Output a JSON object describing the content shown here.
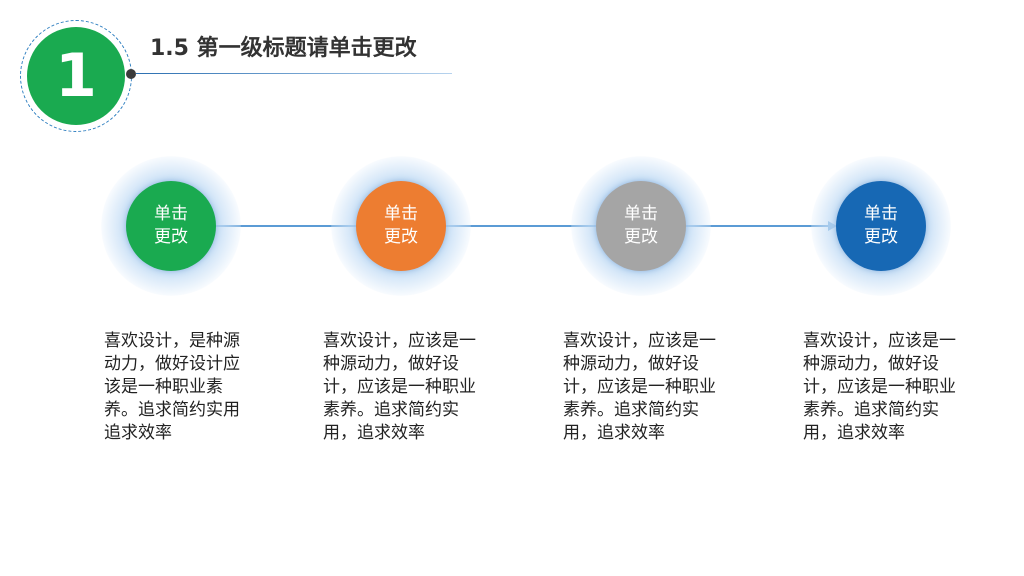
{
  "header": {
    "badge_number": "1",
    "title": "1.5 第一级标题请单击更改"
  },
  "colors": {
    "badge": "#1aaa50",
    "node_1": "#1aaa50",
    "node_2": "#ed7d31",
    "node_3": "#a5a5a5",
    "node_4": "#1768b4",
    "connector": "#5b9bd5"
  },
  "steps": [
    {
      "label": "单击更改",
      "description": "喜欢设计，是种源动力，做好设计应该是一种职业素养。追求简约实用追求效率"
    },
    {
      "label": "单击更改",
      "description": "喜欢设计，应该是一种源动力，做好设计，应该是一种职业素养。追求简约实用，追求效率"
    },
    {
      "label": "单击更改",
      "description": "喜欢设计，应该是一种源动力，做好设计，应该是一种职业素养。追求简约实用，追求效率"
    },
    {
      "label": "单击更改",
      "description": "喜欢设计，应该是一种源动力，做好设计，应该是一种职业素养。追求简约实用，追求效率"
    }
  ]
}
